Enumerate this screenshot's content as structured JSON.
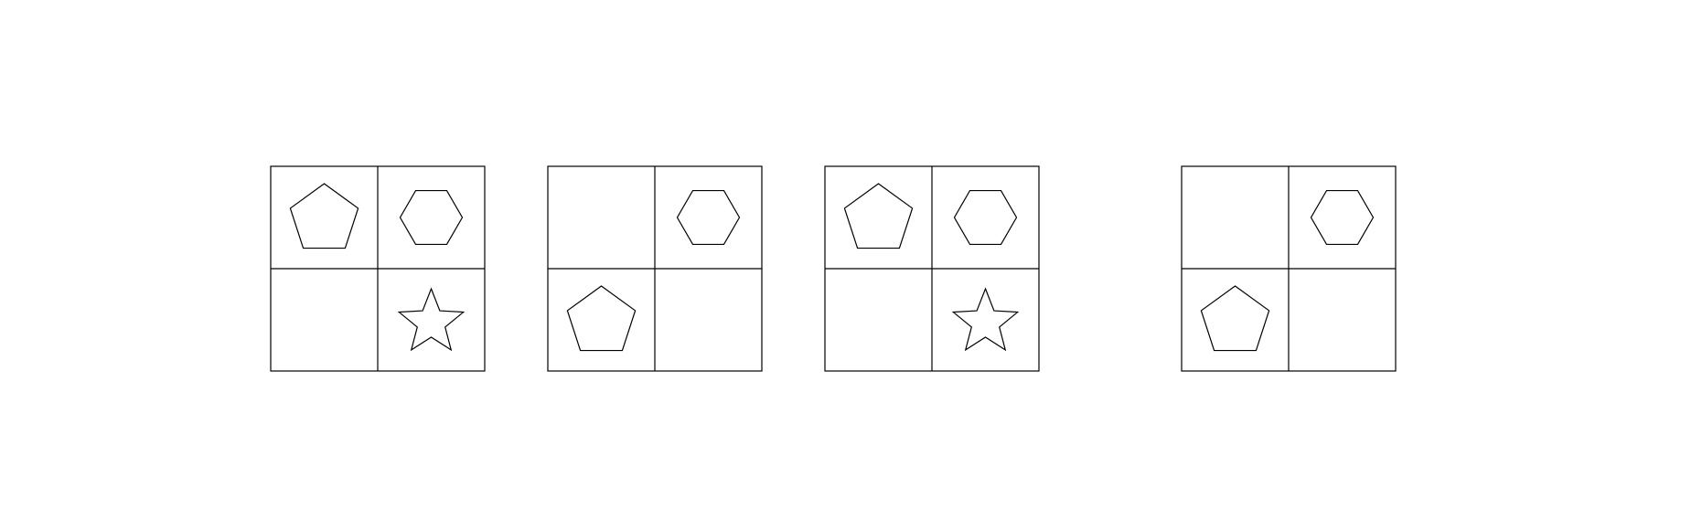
{
  "colors": {
    "background": "#ffffff",
    "stroke": "#000000"
  },
  "panels": [
    {
      "cells": [
        "pentagon",
        "hexagon",
        "empty",
        "star"
      ]
    },
    {
      "cells": [
        "empty",
        "hexagon",
        "pentagon",
        "empty"
      ]
    },
    {
      "cells": [
        "pentagon",
        "hexagon",
        "empty",
        "star"
      ]
    },
    {
      "cells": [
        "empty",
        "hexagon",
        "pentagon",
        "empty"
      ]
    }
  ]
}
